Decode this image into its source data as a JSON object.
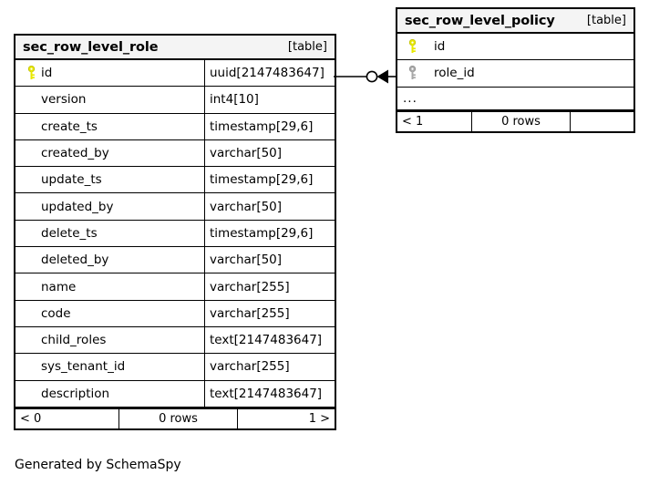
{
  "diagram": {
    "caption": "Generated by SchemaSpy",
    "kind_label": "[table]",
    "colors": {
      "primary_key": "#e8e800",
      "foreign_key": "#a8a8a8",
      "border": "#000000",
      "header_background": "#f4f4f4",
      "background": "#ffffff"
    }
  },
  "tables": [
    {
      "name": "sec_row_level_role",
      "kind": "[table]",
      "columns": [
        {
          "key": "primary",
          "key_icon": "yellow-key-icon",
          "name": "id",
          "type": "uuid[2147483647]"
        },
        {
          "key": "none",
          "key_icon": "",
          "name": "version",
          "type": "int4[10]"
        },
        {
          "key": "none",
          "key_icon": "",
          "name": "create_ts",
          "type": "timestamp[29,6]"
        },
        {
          "key": "none",
          "key_icon": "",
          "name": "created_by",
          "type": "varchar[50]"
        },
        {
          "key": "none",
          "key_icon": "",
          "name": "update_ts",
          "type": "timestamp[29,6]"
        },
        {
          "key": "none",
          "key_icon": "",
          "name": "updated_by",
          "type": "varchar[50]"
        },
        {
          "key": "none",
          "key_icon": "",
          "name": "delete_ts",
          "type": "timestamp[29,6]"
        },
        {
          "key": "none",
          "key_icon": "",
          "name": "deleted_by",
          "type": "varchar[50]"
        },
        {
          "key": "none",
          "key_icon": "",
          "name": "name",
          "type": "varchar[255]"
        },
        {
          "key": "none",
          "key_icon": "",
          "name": "code",
          "type": "varchar[255]"
        },
        {
          "key": "none",
          "key_icon": "",
          "name": "child_roles",
          "type": "text[2147483647]"
        },
        {
          "key": "none",
          "key_icon": "",
          "name": "sys_tenant_id",
          "type": "varchar[255]"
        },
        {
          "key": "none",
          "key_icon": "",
          "name": "description",
          "type": "text[2147483647]"
        }
      ],
      "footer": {
        "left": "< 0",
        "center": "0 rows",
        "right": "1 >"
      }
    },
    {
      "name": "sec_row_level_policy",
      "kind": "[table]",
      "columns": [
        {
          "key": "primary",
          "key_icon": "yellow-key-icon",
          "name": "id",
          "type": ""
        },
        {
          "key": "foreign",
          "key_icon": "gray-key-icon",
          "name": "role_id",
          "type": ""
        }
      ],
      "ellipsis": "...",
      "footer": {
        "left": "< 1",
        "center": "0 rows",
        "right": ""
      }
    }
  ],
  "relationship": {
    "from_table": "sec_row_level_role",
    "from_column": "id",
    "to_table": "sec_row_level_policy",
    "to_column": "role_id",
    "from_cardinality": "zero-or-one-circle",
    "to_cardinality": "many-crowsfoot"
  }
}
